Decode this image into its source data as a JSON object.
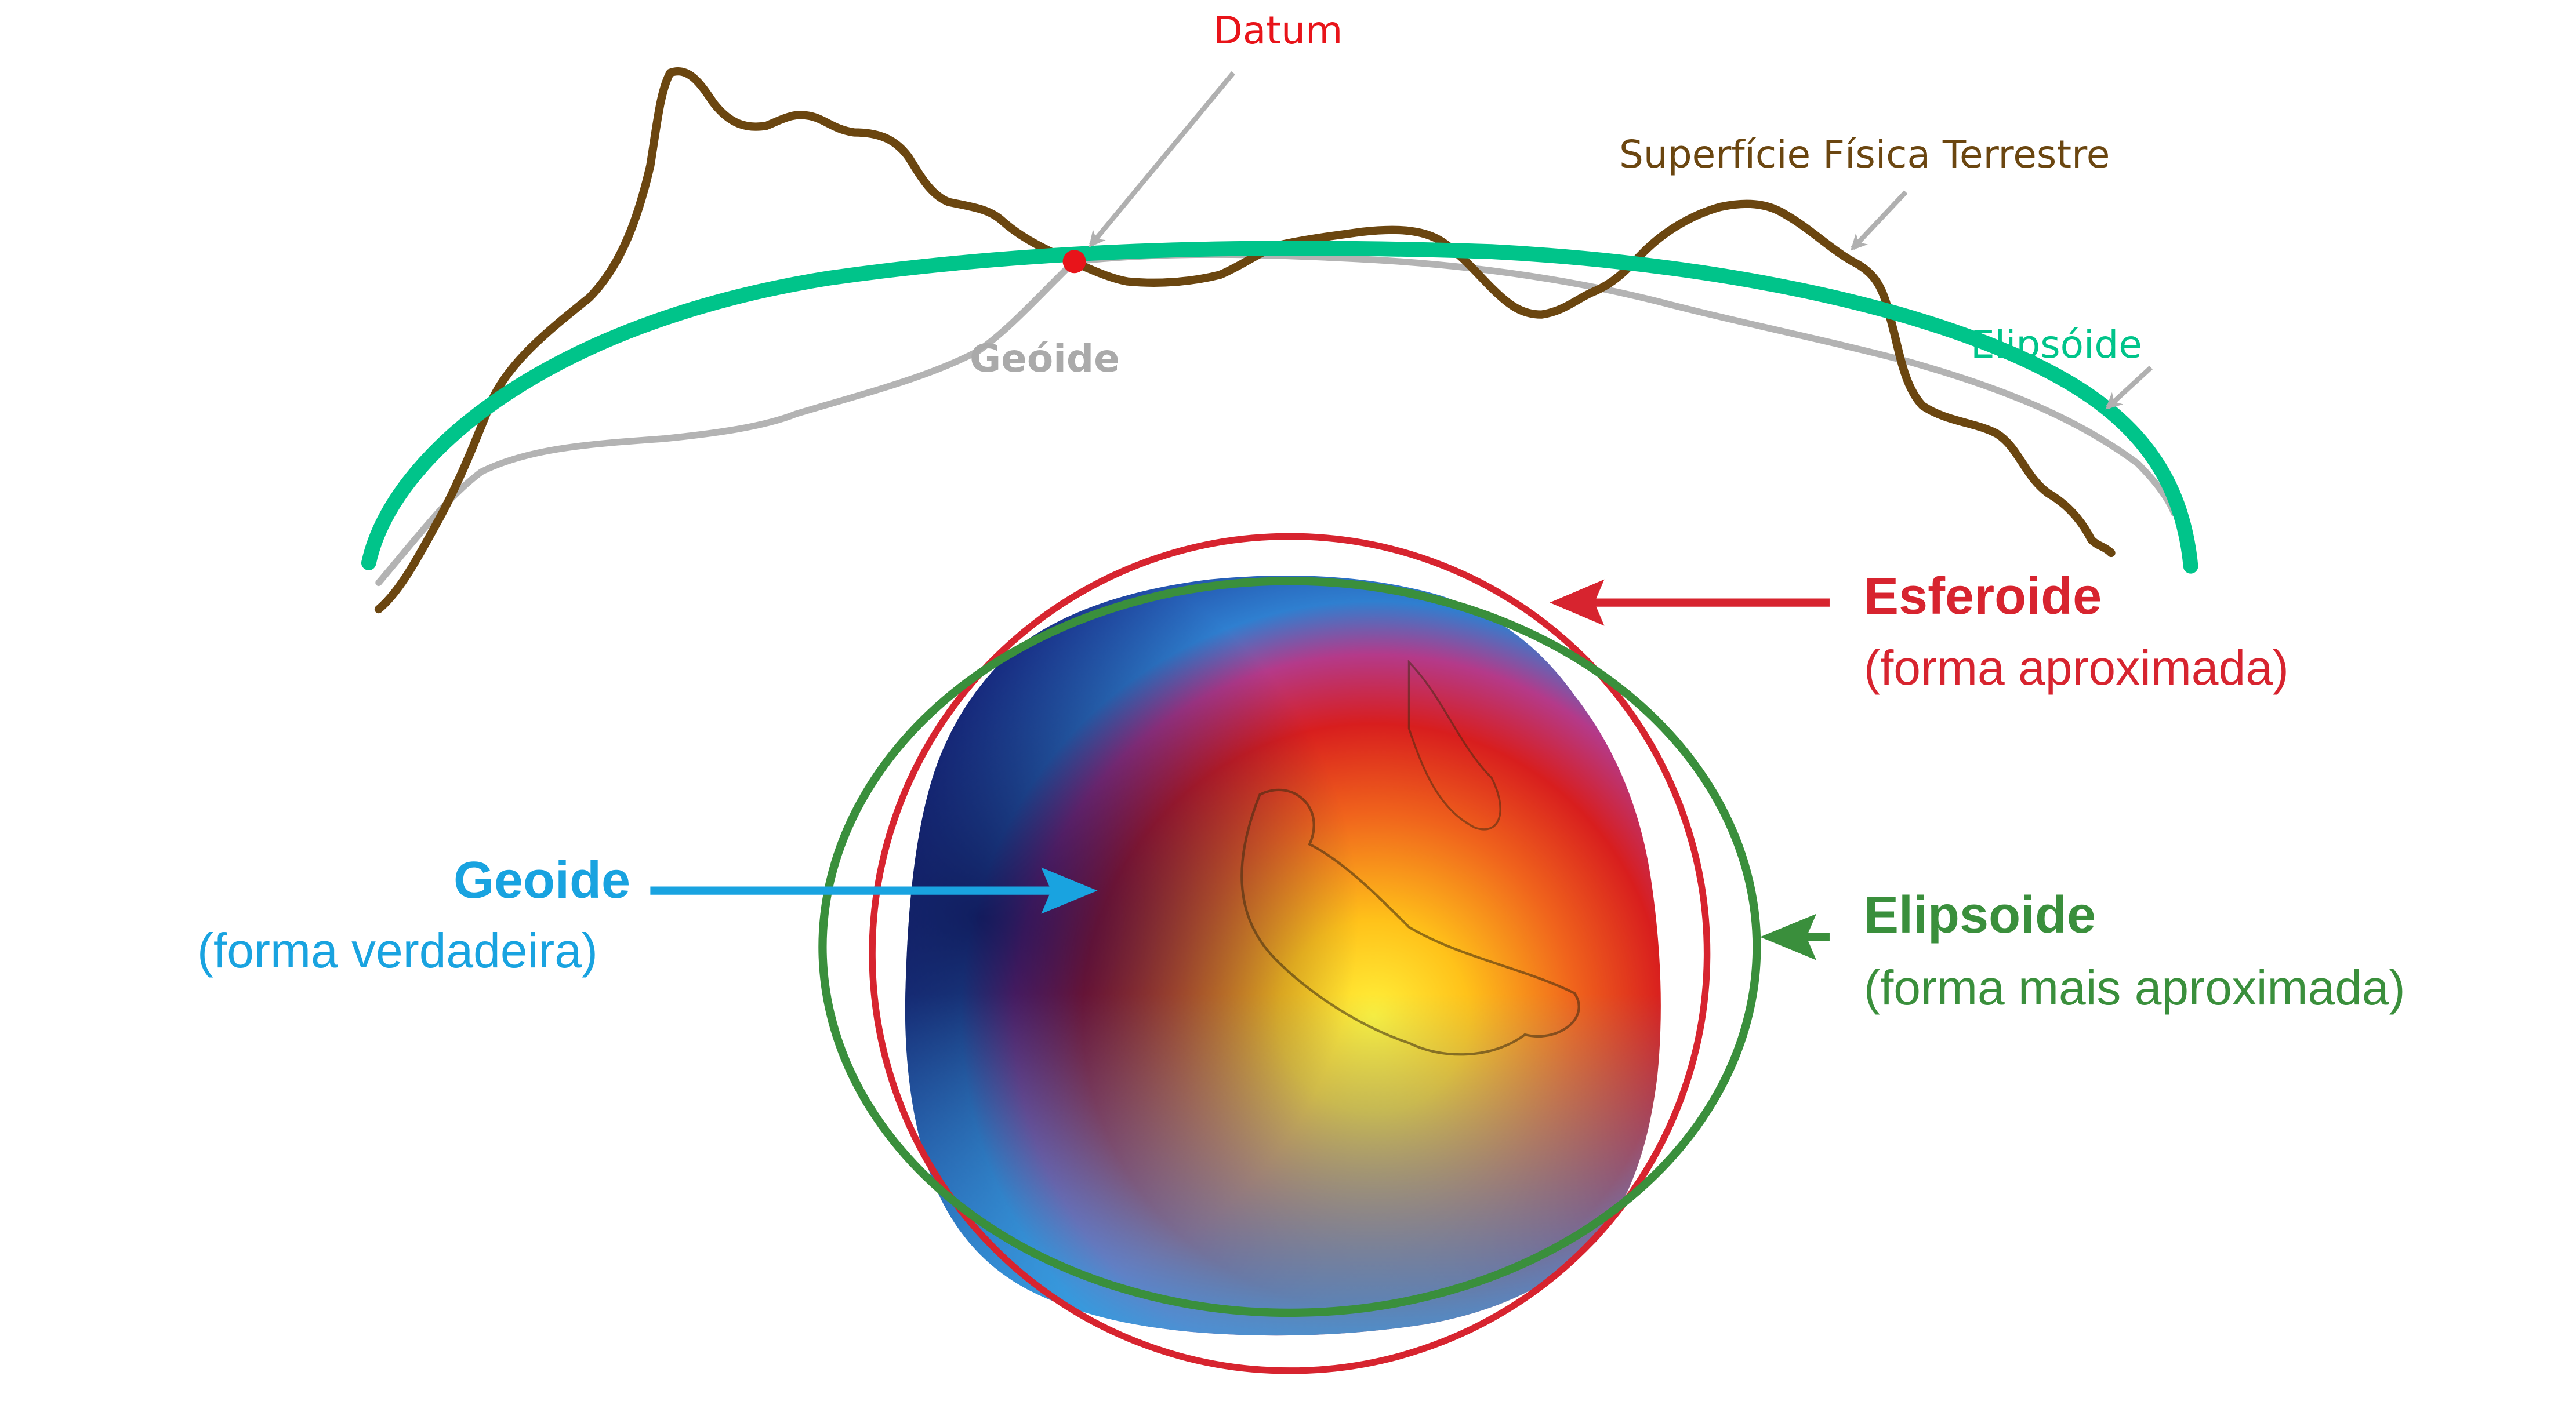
{
  "colors": {
    "datum": "#e8141a",
    "surface": "#6b4610",
    "geoid_curve": "#b3b3b3",
    "ellipsoid_curve": "#00c48a",
    "pointer": "#b0b0b0",
    "esferoide": "#d7242f",
    "elipsoide": "#3a8f3c",
    "geoide": "#19a3e0"
  },
  "top_diagram": {
    "datum_label": "Datum",
    "surface_label": "Superfície Física Terrestre",
    "geoid_label": "Geóide",
    "ellipsoid_label": "Elipsóide"
  },
  "bottom_diagram": {
    "esferoide": {
      "title": "Esferoide",
      "subtitle": "(forma aproximada)"
    },
    "elipsoide": {
      "title": "Elipsoide",
      "subtitle": "(forma mais aproximada)"
    },
    "geoide": {
      "title": "Geoide",
      "subtitle": "(forma verdadeira)"
    }
  }
}
